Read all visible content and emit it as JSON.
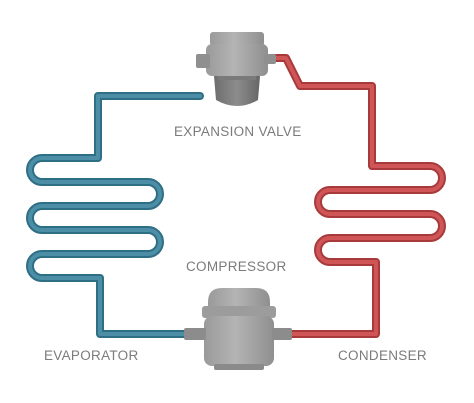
{
  "labels": {
    "expansion_valve": "EXPANSION VALVE",
    "compressor": "COMPRESSOR",
    "evaporator": "EVAPORATOR",
    "condenser": "CONDENSER"
  },
  "colors": {
    "cold_line": "#3e7f97",
    "hot_line": "#c0474a",
    "component_gray": "#a3a3a3",
    "component_dark": "#8a8a8a",
    "label_text": "#7b7b7b"
  }
}
